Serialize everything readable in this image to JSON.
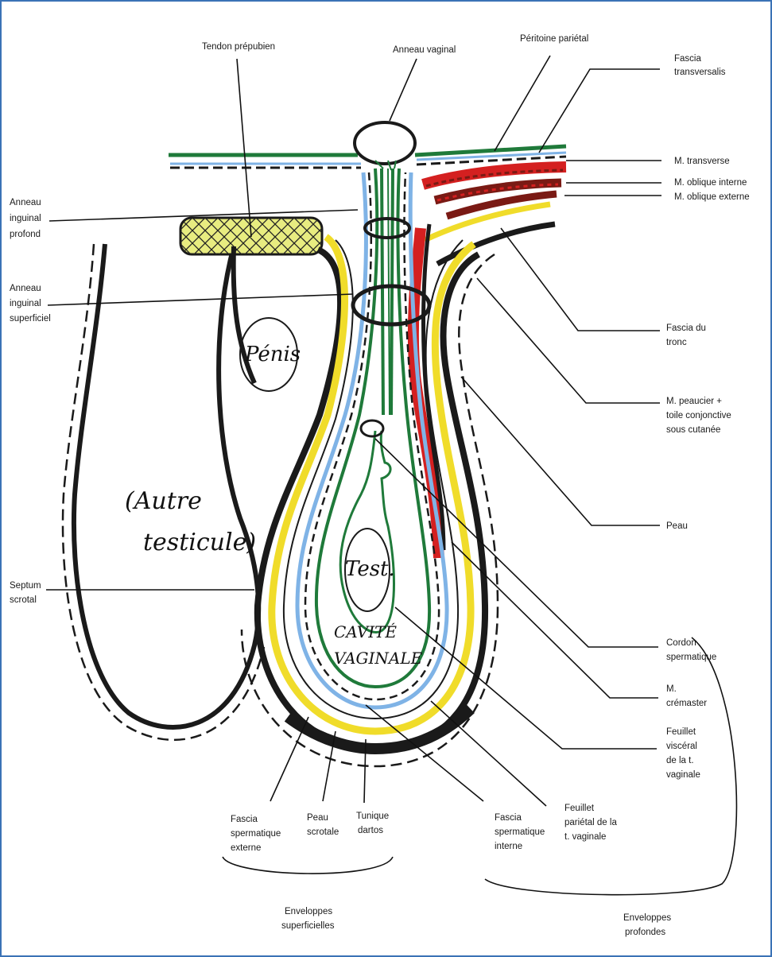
{
  "colors": {
    "border": "#3a72b6",
    "skin": "#1a1a1a",
    "peritoneum": "#1f7a3a",
    "fascia_blue": "#7fb3e6",
    "cremaster": "#d42020",
    "oblique": "#7a1a14",
    "yellow_fascia": "#f0dc2a",
    "tendon_fill": "#e8ec80"
  },
  "labels": {
    "tendon_prepubien": "Tendon prépubien",
    "anneau_vaginal": "Anneau vaginal",
    "peritoine_parietal": "Péritoine pariétal",
    "fascia_transversalis": [
      "Fascia",
      "transversalis"
    ],
    "m_transverse": "M. transverse",
    "m_oblique_interne": "M. oblique interne",
    "m_oblique_externe": "M. oblique externe",
    "anneau_inguinal_profond": [
      "Anneau",
      "inguinal",
      "profond"
    ],
    "anneau_inguinal_superficiel": [
      "Anneau",
      "inguinal",
      "superficiel"
    ],
    "fascia_du_tronc": [
      "Fascia du",
      "tronc"
    ],
    "m_peaucier": [
      "M. peaucier +",
      "toile conjonctive",
      "sous cutanée"
    ],
    "peau": "Peau",
    "septum_scrotal": [
      "Septum",
      "scrotal"
    ],
    "cordon_spermatique": [
      "Cordon",
      "spermatique"
    ],
    "m_cremaster": [
      "M.",
      "crémaster"
    ],
    "feuillet_visceral": [
      "Feuillet",
      "viscéral",
      "de la t.",
      "vaginale"
    ],
    "feuillet_parietal": [
      "Feuillet",
      "pariétal de la",
      "t. vaginale"
    ],
    "fascia_spermatique_interne": [
      "Fascia",
      "spermatique",
      "interne"
    ],
    "fascia_spermatique_externe": [
      "Fascia",
      "spermatique",
      "externe"
    ],
    "peau_scrotale": [
      "Peau",
      "scrotale"
    ],
    "tunique_dartos": [
      "Tunique",
      "dartos"
    ],
    "enveloppes_superficielles": [
      "Enveloppes",
      "superficielles"
    ],
    "enveloppes_profondes": [
      "Enveloppes",
      "profondes"
    ]
  },
  "handwritten": {
    "penis": "Pénis",
    "autre_testicule": [
      "(Autre",
      "testicule)"
    ],
    "test": "Test.",
    "cavite_vaginale": [
      "CAVITÉ",
      "VAGINALE"
    ]
  }
}
